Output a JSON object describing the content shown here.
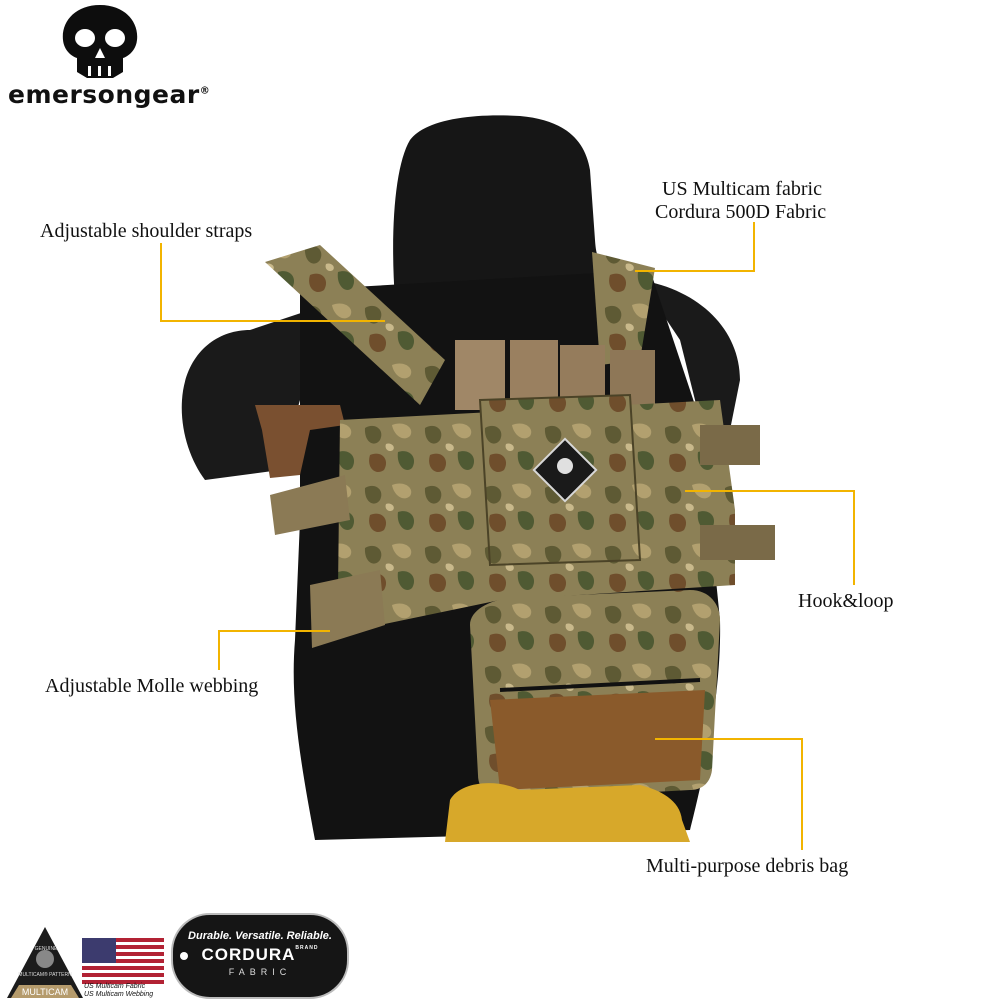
{
  "brand": {
    "name": "emersongear",
    "reg": "®"
  },
  "callouts": {
    "shoulder": "Adjustable shoulder straps",
    "fabric_line1": "US Multicam fabric",
    "fabric_line2": "Cordura 500D Fabric",
    "hook": "Hook&loop",
    "molle": "Adjustable Molle webbing",
    "debris": "Multi-purpose debris bag"
  },
  "badges": {
    "multicam_top": "GENUINE",
    "multicam_mid": "MULTICAM® PATTERN",
    "multicam_name": "MULTICAM",
    "flag_line1": "US Multicam Fabric",
    "flag_line2": "US Multicam Webbing",
    "cordura_tagline": "Durable. Versatile. Reliable.",
    "cordura_name": "CORDURA",
    "cordura_brand": "BRAND",
    "cordura_fabric": "FABRIC"
  },
  "colors": {
    "leader": "#f2b400",
    "mannequin": "#141414",
    "camo_base": "#8a7f55",
    "coyote": "#8a5a2b"
  }
}
